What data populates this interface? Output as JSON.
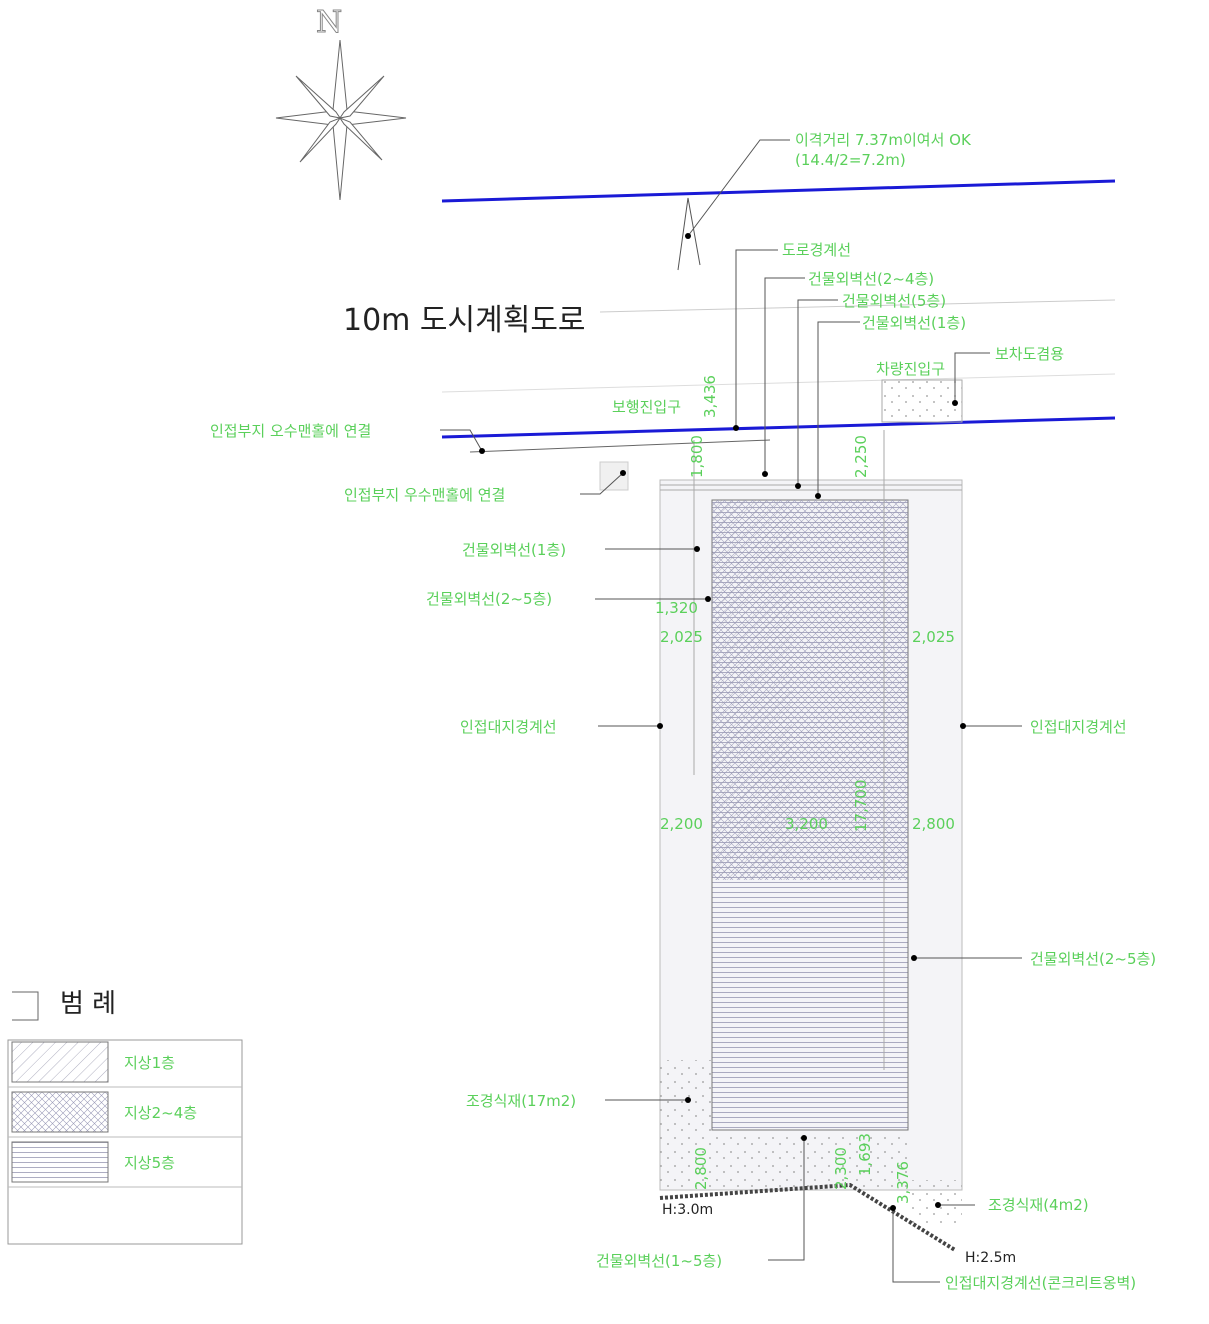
{
  "compass": {
    "north_label": "N"
  },
  "road": {
    "title": "10m 도시계획도로",
    "colors": {
      "road_edge": "#1a1ad6",
      "label_green": "#5bd05b",
      "site_fill": "#d8d8e6"
    }
  },
  "callouts": {
    "setback_line1": "이격거리 7.37m이여서 OK",
    "setback_line2": "(14.4/2=7.2m)",
    "road_boundary": "도로경계선",
    "wall_2_4": "건물외벽선(2~4층)",
    "wall_5": "건물외벽선(5층)",
    "wall_1_top": "건물외벽선(1층)",
    "pedestrian_use": "보차도겸용",
    "vehicle_entry": "차량진입구",
    "ped_entry": "보행진입구",
    "sewer_link": "인접부지 오수맨홀에 연결",
    "storm_link": "인접부지 우수맨홀에 연결",
    "wall_1_left": "건물외벽선(1층)",
    "wall_2_5_left": "건물외벽선(2~5층)",
    "adj_boundary_left": "인접대지경계선",
    "adj_boundary_right": "인접대지경계선",
    "wall_2_5_right": "건물외벽선(2~5층)",
    "landscape_17": "조경식재(17m2)",
    "landscape_4": "조경식재(4m2)",
    "wall_1_5_bottom": "건물외벽선(1~5층)",
    "adj_boundary_concrete": "인접대지경계선(콘크리트옹벽)"
  },
  "dimensions": {
    "d_3436": "3,436",
    "d_1800": "1,800",
    "d_2250": "2,250",
    "d_1320": "1,320",
    "d_2025_left": "2,025",
    "d_2025_right": "2,025",
    "d_2200_left": "2,200",
    "d_3200": "3,200",
    "d_17700": "17,700",
    "d_2800": "2,800",
    "d_2800_bottom": "2,800",
    "d_1693": "1,693",
    "d_3376": "3,376",
    "d_2300": "2,300",
    "h_left": "H:3.0m",
    "h_right": "H:2.5m"
  },
  "legend": {
    "title": "범  례",
    "items": [
      {
        "label": "지상1층",
        "pattern": "diag-fine"
      },
      {
        "label": "지상2~4층",
        "pattern": "cross"
      },
      {
        "label": "지상5층",
        "pattern": "horizontal"
      }
    ]
  }
}
